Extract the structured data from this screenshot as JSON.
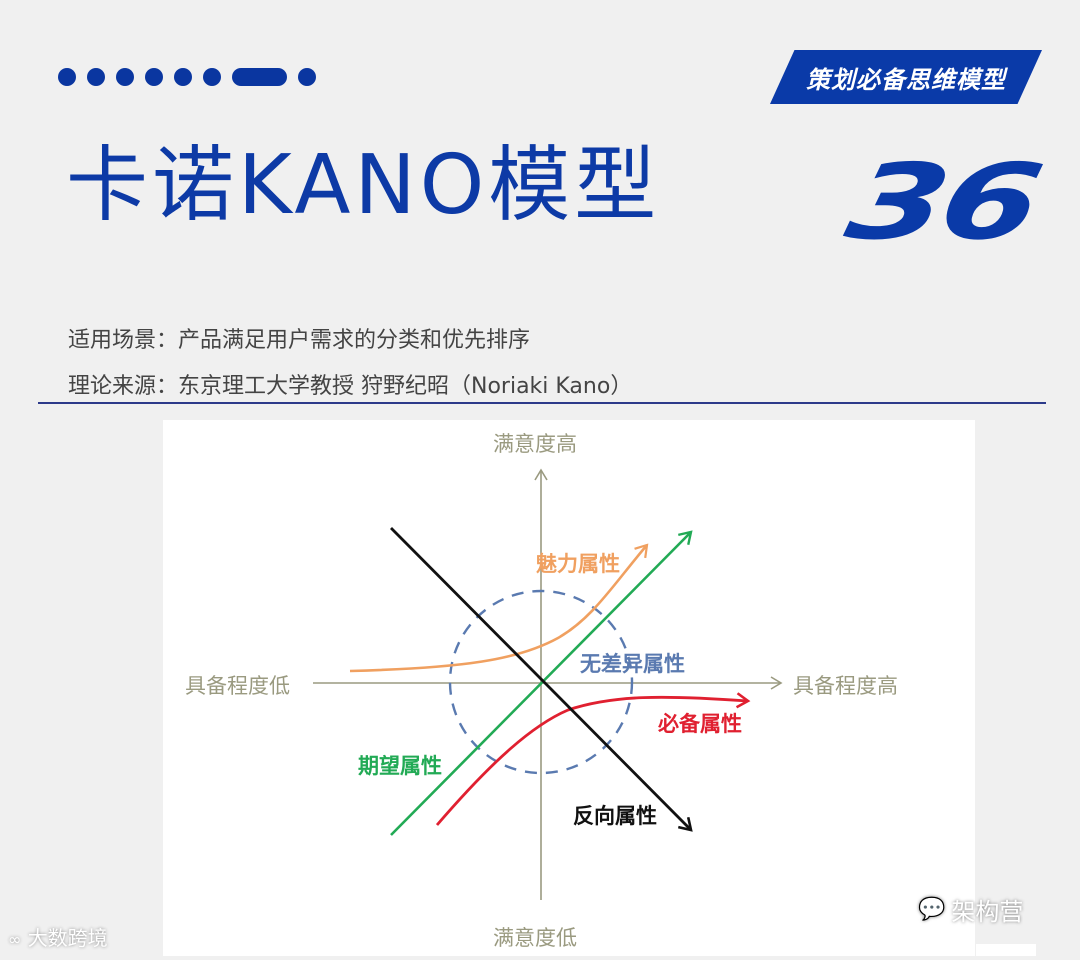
{
  "header": {
    "tag": "策划必备思维模型",
    "title": "卡诺KANO模型",
    "number": "36",
    "scenario": "适用场景：产品满足用户需求的分类和优先排序",
    "source": "理论来源：东京理工大学教授 狩野纪昭（Noriaki Kano）"
  },
  "colors": {
    "brand_blue": "#0a3aa8",
    "attractive": "#f0a060",
    "one_dimensional": "#22aa55",
    "must_be": "#e02030",
    "reverse": "#111111",
    "indifferent": "#5a7ab0",
    "axis": "#9a9a80"
  },
  "diagram": {
    "y_axis_top": "满意度高",
    "y_axis_bottom": "满意度低",
    "x_axis_left": "具备程度低",
    "x_axis_right": "具备程度高",
    "labels": {
      "attractive": "魅力属性",
      "indifferent": "无差异属性",
      "must_be": "必备属性",
      "one_dimensional": "期望属性",
      "reverse": "反向属性"
    }
  },
  "watermarks": {
    "left": "大数跨境",
    "right": "架构营"
  }
}
